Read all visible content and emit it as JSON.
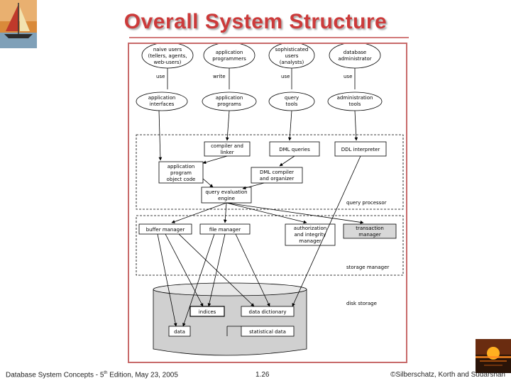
{
  "slide": {
    "title": "Overall System Structure",
    "footer_left_prefix": "Database System Concepts - 5",
    "footer_left_sup": "th",
    "footer_left_suffix": " Edition, May 23, 2005",
    "footer_center": "1.26",
    "footer_right": "©Silberschatz, Korth and Sudarshan"
  },
  "users": {
    "naive_1": "naive users",
    "naive_2": "(tellers, agents,",
    "naive_3": "web-users)",
    "programmers_1": "application",
    "programmers_2": "programmers",
    "sophisticated_1": "sophisticated",
    "sophisticated_2": "users",
    "sophisticated_3": "(analysts)",
    "dba_1": "database",
    "dba_2": "administrator"
  },
  "actions": {
    "use1": "use",
    "write": "write",
    "use2": "use",
    "use3": "use"
  },
  "tools": {
    "app_interfaces_1": "application",
    "app_interfaces_2": "interfaces",
    "app_programs_1": "application",
    "app_programs_2": "programs",
    "query_tools_1": "query",
    "query_tools_2": "tools",
    "admin_tools_1": "administration",
    "admin_tools_2": "tools"
  },
  "query_processor": {
    "compiler_1": "compiler and",
    "compiler_2": "linker",
    "dml_queries": "DML queries",
    "ddl_interpreter": "DDL interpreter",
    "object_code_1": "application",
    "object_code_2": "program",
    "object_code_3": "object code",
    "dml_compiler_1": "DML compiler",
    "dml_compiler_2": "and organizer",
    "eval_engine_1": "query evaluation",
    "eval_engine_2": "engine",
    "label": "query processor"
  },
  "storage_manager": {
    "buffer_manager": "buffer manager",
    "file_manager": "file manager",
    "auth_1": "authorization",
    "auth_2": "and integrity",
    "auth_3": "manager",
    "txn_1": "transaction",
    "txn_2": "manager",
    "label": "storage manager"
  },
  "disk_storage": {
    "indices": "indices",
    "data_dictionary": "data dictionary",
    "data": "data",
    "statistical_data": "statistical data",
    "label": "disk storage"
  }
}
